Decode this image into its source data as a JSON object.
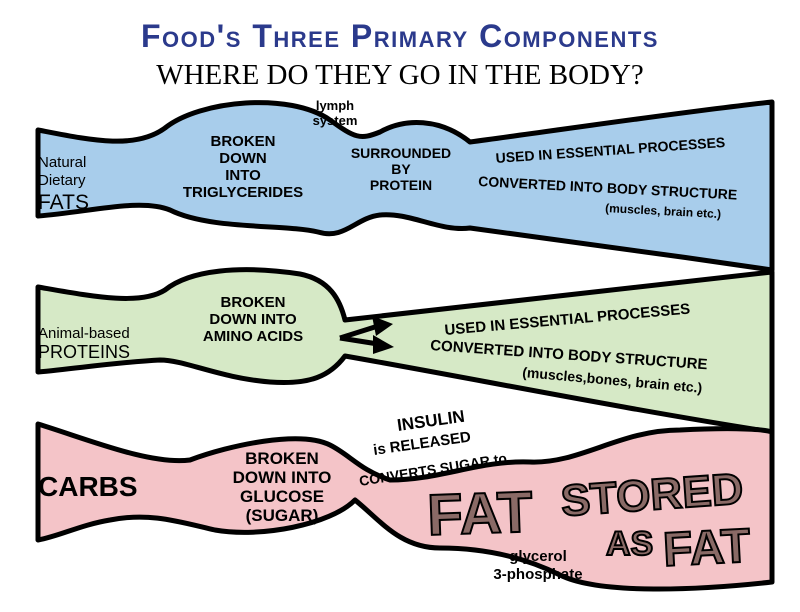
{
  "header": {
    "title": "Food's Three Primary Components",
    "subtitle": "WHERE DO THEY GO IN THE BODY?",
    "title_color": "#2b3a8c"
  },
  "fats": {
    "label_small_1": "Natural",
    "label_small_2": "Dietary",
    "label_big": "FATS",
    "broken_1": "BROKEN",
    "broken_2": "DOWN",
    "broken_3": "INTO",
    "broken_4": "TRIGLYCERIDES",
    "lymph_1": "lymph",
    "lymph_2": "system",
    "surrounded_1": "SURROUNDED",
    "surrounded_2": "BY",
    "surrounded_3": "PROTEIN",
    "used": "USED IN ESSENTIAL PROCESSES",
    "converted": "CONVERTED INTO BODY STRUCTURE",
    "converted_sub": "(muscles, brain etc.)",
    "color": "#a8cdeb"
  },
  "proteins": {
    "label_small": "Animal-based",
    "label_big": "PROTEINS",
    "broken_1": "BROKEN",
    "broken_2": "DOWN INTO",
    "broken_3": "AMINO ACIDS",
    "used": "USED IN ESSENTIAL PROCESSES",
    "converted": "CONVERTED INTO BODY STRUCTURE",
    "converted_sub": "(muscles,bones, brain etc.)",
    "color": "#d6e9c6"
  },
  "carbs": {
    "label": "CARBS",
    "broken_1": "BROKEN",
    "broken_2": "DOWN INTO",
    "broken_3": "GLUCOSE",
    "broken_4": "(SUGAR)",
    "insulin_1": "INSULIN",
    "insulin_2": "is RELEASED",
    "converts": "CONVERTS SUGAR to",
    "fat_big": "FAT",
    "stored": "STORED",
    "as": "AS",
    "fat_end": "FAT",
    "glycerol_1": "glycerol",
    "glycerol_2": "3-phosphate",
    "color": "#f4c4c8",
    "fat_color": "#8a6a66"
  }
}
